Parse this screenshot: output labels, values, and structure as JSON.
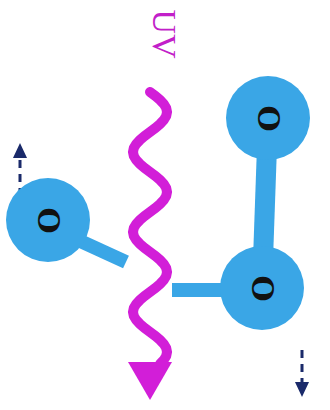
{
  "diagram": {
    "nodes": [
      {
        "text": [
          "O"
        ]
      },
      {
        "text": [
          "O"
        ]
      },
      {
        "text": [
          "O"
        ]
      }
    ],
    "edges": [
      {
        "from": 1,
        "to": 2,
        "arrow": "none"
      }
    ],
    "labels": [
      "UV"
    ]
  }
}
